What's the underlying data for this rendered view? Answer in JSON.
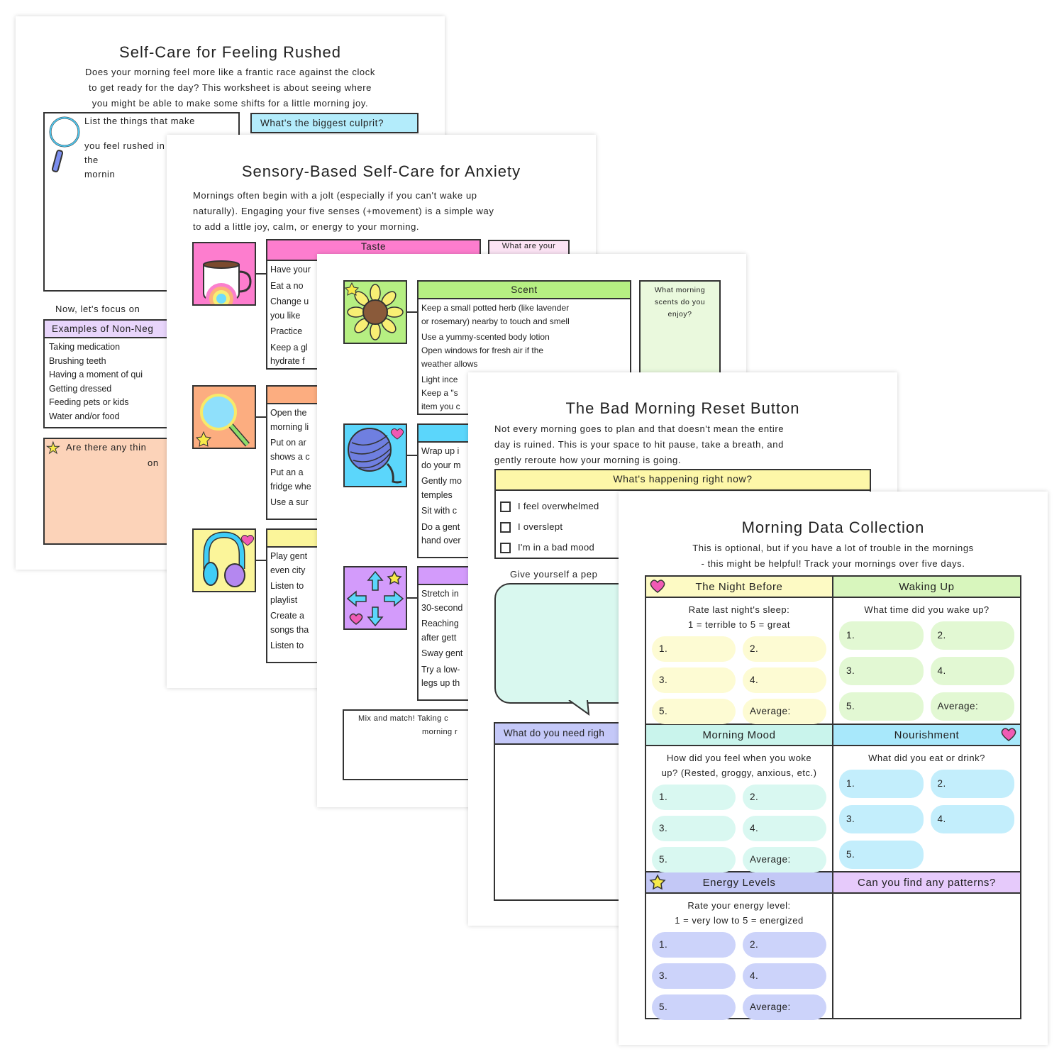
{
  "sheet1": {
    "title": "Self-Care for Feeling Rushed",
    "intro": [
      "Does your morning feel more like a frantic race against the clock",
      "to get ready for the day? This worksheet is about seeing where",
      "you might be able to make some shifts for a little morning joy."
    ],
    "list_prompt": [
      "List the things that make",
      "you feel rushed in the",
      "mornin"
    ],
    "culprit_label": "What's the biggest culprit?",
    "focus_text": "Now, let's focus on",
    "examples_header": "Examples of Non-Neg",
    "examples": [
      "Taking medication",
      "Brushing teeth",
      "Having a moment of qui",
      "Getting dressed",
      "Feeding pets or kids",
      "Water and/or food"
    ],
    "question": [
      "Are there any thin",
      "on"
    ]
  },
  "sheet2": {
    "title": "Sensory-Based Self-Care for Anxiety",
    "intro": [
      "Mornings often begin with a jolt (especially if you can't wake up",
      "naturally). Engaging your five senses (+movement) is a simple way",
      "to add a little joy, calm, or energy to your morning."
    ],
    "taste_header": "Taste",
    "taste_prompt": "What are your",
    "taste_items": [
      "Have your",
      "Eat a no",
      "Change u",
      "you like",
      "Practice",
      "Keep a gl",
      "hydrate f"
    ],
    "sight_items": [
      "Open the",
      "morning li",
      "Put on ar",
      "shows a c",
      "Put an a",
      "fridge whe",
      "Use a sur"
    ],
    "sound_items": [
      "Play gent",
      "even city",
      "Listen to",
      "playlist",
      "Create a",
      "songs tha",
      "Listen to"
    ]
  },
  "sheet3": {
    "scent_header": "Scent",
    "scent_prompt": [
      "What morning",
      "scents do you",
      "enjoy?"
    ],
    "scent_items": [
      "Keep a small potted herb (like lavender",
      "or rosemary) nearby to touch and smell",
      "Use a yummy-scented body lotion",
      "Open windows for fresh air if the",
      "weather allows",
      "Light ince",
      "Keep a \"s",
      "item you c"
    ],
    "touch_items": [
      "Wrap up i",
      "do your m",
      "Gently mo",
      "temples",
      "Sit with c",
      "Do a gent",
      "hand over"
    ],
    "movement_items": [
      "Stretch in",
      "30-second",
      "Reaching",
      "after gett",
      "Sway gent",
      "Try a low-",
      "legs up th"
    ],
    "mix_text": [
      "Mix and match! Taking c",
      "morning r"
    ]
  },
  "sheet4": {
    "title": "The Bad Morning Reset Button",
    "intro": [
      "Not every morning goes to plan and that doesn't mean the entire",
      "day is ruined. This is your space to hit pause, take a breath, and",
      "gently reroute how your morning is going."
    ],
    "happening_header": "What's happening right now?",
    "checklist": [
      "I feel overwhelmed",
      "I overslept",
      "I'm in a bad mood"
    ],
    "pep_label": "Give yourself a pep",
    "need_header": "What do you need righ"
  },
  "sheet5": {
    "title": "Morning Data Collection",
    "intro": [
      "This is optional, but if you have a lot of trouble in the mornings",
      "- this might be helpful! Track your mornings over five days."
    ],
    "sections": [
      {
        "header": "The Night Before",
        "question": [
          "Rate last night's sleep:",
          "1 = terrible to 5 = great"
        ],
        "slots": [
          "1.",
          "2.",
          "3.",
          "4.",
          "5.",
          "Average:"
        ],
        "header_color": "#fdfac4",
        "pill_color": "#fdfbd3"
      },
      {
        "header": "Waking Up",
        "question": [
          "What time did you wake up?"
        ],
        "slots": [
          "1.",
          "2.",
          "3.",
          "4.",
          "5.",
          "Average:"
        ],
        "header_color": "#d8f6bd",
        "pill_color": "#e2f8d3"
      },
      {
        "header": "Morning Mood",
        "question": [
          "How did you feel when you woke",
          "up? (Rested, groggy, anxious, etc.)"
        ],
        "slots": [
          "1.",
          "2.",
          "3.",
          "4.",
          "5.",
          "Average:"
        ],
        "header_color": "#c9f4ec",
        "pill_color": "#d9f8f1"
      },
      {
        "header": "Nourishment",
        "question": [
          "What did you eat or drink?"
        ],
        "slots": [
          "1.",
          "2.",
          "3.",
          "4.",
          "5."
        ],
        "header_color": "#a8e8fb",
        "pill_color": "#c3eefc"
      },
      {
        "header": "Energy Levels",
        "question": [
          "Rate your energy level:",
          "1 = very low to 5 = energized"
        ],
        "slots": [
          "1.",
          "2.",
          "3.",
          "4.",
          "5.",
          "Average:"
        ],
        "header_color": "#c3c8f6",
        "pill_color": "#ccd3fa"
      },
      {
        "header": "Can you find any patterns?",
        "question": [],
        "slots": [],
        "header_color": "#e6cafb",
        "pill_color": "#ffffff"
      }
    ]
  },
  "colors": {
    "pink": "#fd7dce",
    "orange": "#fcad80",
    "yellow": "#fbf59a",
    "green": "#b6ef82",
    "blue": "#5bd6fb",
    "purple": "#d39bfb"
  }
}
